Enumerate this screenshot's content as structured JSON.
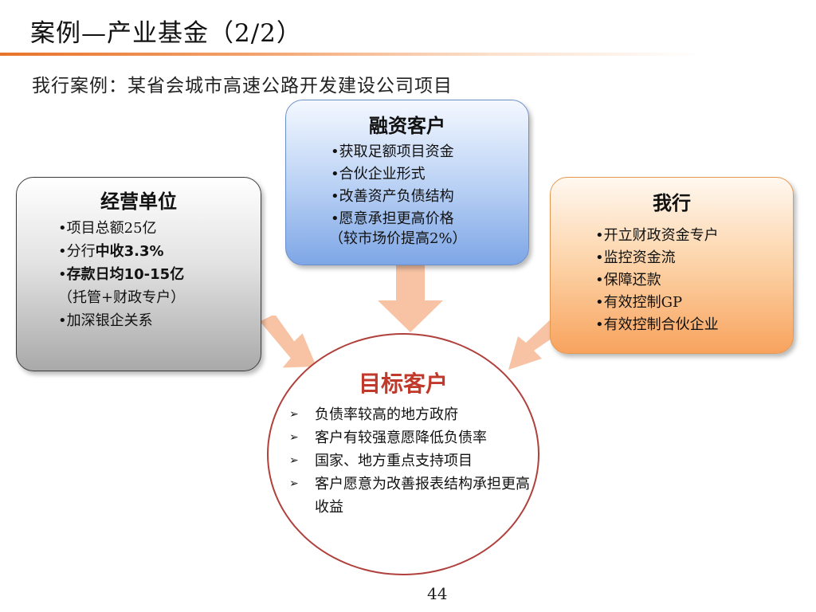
{
  "header": {
    "title": "案例—产业基金（2/2）",
    "subtitle": "我行案例：某省会城市高速公路开发建设公司项目"
  },
  "left_box": {
    "title": "经营单位",
    "items": [
      {
        "bullet": "•",
        "text": "项目总额25亿"
      },
      {
        "bullet": "•",
        "text": "分行",
        "bold": "中收3.3%"
      },
      {
        "bullet": "•",
        "bold": "存款日均10-15亿"
      },
      {
        "text": "（托管+财政专户）"
      },
      {
        "bullet": "•",
        "text": "加深银企关系"
      }
    ]
  },
  "top_box": {
    "title": "融资客户",
    "items": [
      "•获取足额项目资金",
      "•合伙企业形式",
      "•改善资产负债结构",
      "•愿意承担更高价格",
      "（较市场价提高2%）"
    ]
  },
  "right_box": {
    "title": "我行",
    "items": [
      "•开立财政资金专户",
      "•监控资金流",
      "•保障还款",
      "•有效控制GP",
      "•有效控制合伙企业"
    ]
  },
  "target": {
    "title": "目标客户",
    "marker": "➢",
    "items": [
      "负债率较高的地方政府",
      "客户有较强意愿降低负债率",
      "国家、地方重点支持项目",
      "客户愿意为改善报表结构承担更高收益"
    ]
  },
  "page_number": "44",
  "colors": {
    "accent_rule": "#e8742a",
    "arrow": "#f7c3a4",
    "circle_border": "#b0403c",
    "target_title": "#c0392b"
  }
}
